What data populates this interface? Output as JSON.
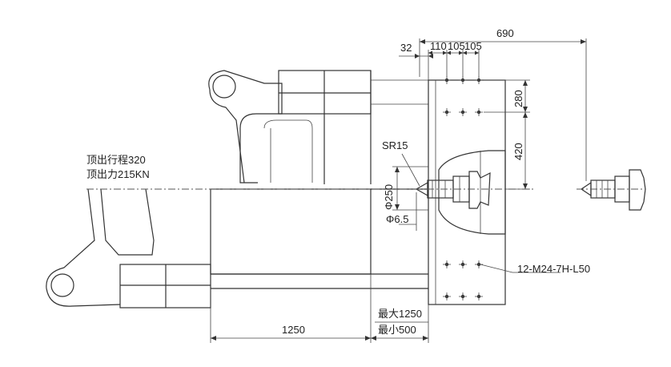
{
  "labels": {
    "ejector_stroke": "顶出行程320",
    "ejector_force": "顶出力215KN",
    "sr": "SR15",
    "dia_250": "Φ250",
    "dia_6_5": "Φ6.5",
    "thread": "12-M24-7H-L50",
    "max_open": "最大1250",
    "min_open": "最小500"
  },
  "dimensions": {
    "d_690": "690",
    "d_32": "32",
    "d_110": "110",
    "d_105a": "105",
    "d_105b": "105",
    "d_280": "280",
    "d_420": "420",
    "d_1250": "1250"
  }
}
